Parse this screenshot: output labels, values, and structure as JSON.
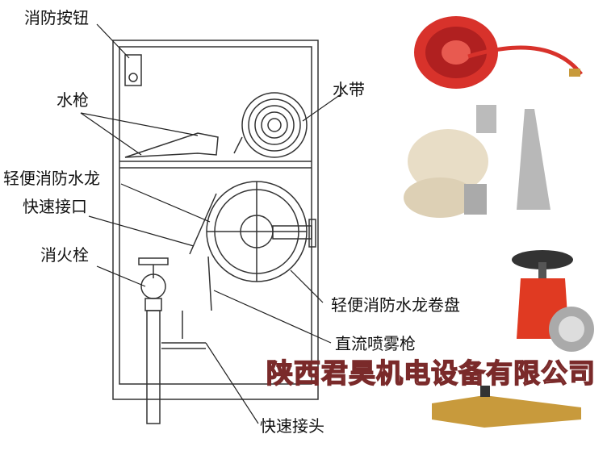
{
  "labels": {
    "button": "消防按钮",
    "nozzle": "水枪",
    "hose": "水带",
    "light_hose": "轻便消防水龙",
    "quick_interface": "快速接口",
    "hydrant": "消火栓",
    "hose_reel": "轻便消防水龙卷盘",
    "spray_nozzle": "直流喷雾枪",
    "quick_coupling": "快速接头"
  },
  "watermark": "陕西君昊机电设备有限公司",
  "colors": {
    "reel_red": "#d8322b",
    "valve_red": "#e03a22",
    "brass": "#c89a3c",
    "watermark_stroke": "#7a2a2a"
  }
}
